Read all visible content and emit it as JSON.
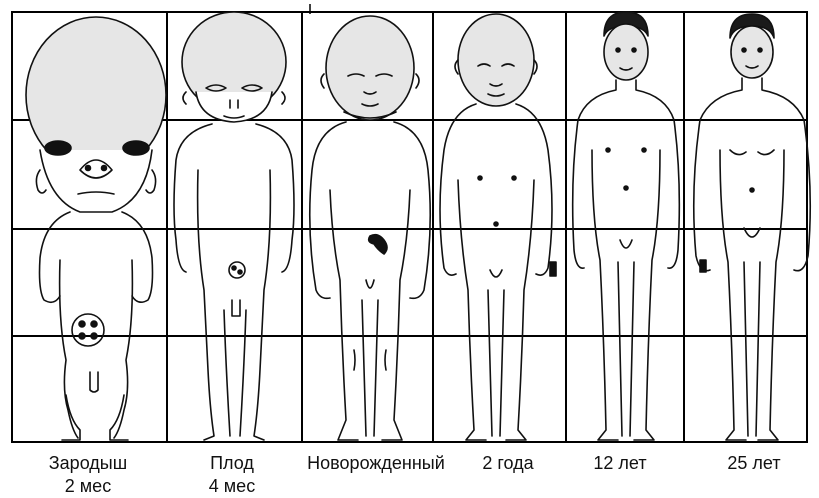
{
  "figure": {
    "stages": [
      {
        "label": "Зародыш",
        "sublabel": "2 мес"
      },
      {
        "label": "Плод",
        "sublabel": "4 мес"
      },
      {
        "label": "Новорожденный",
        "sublabel": ""
      },
      {
        "label": "2 года",
        "sublabel": ""
      },
      {
        "label": "12 лет",
        "sublabel": ""
      },
      {
        "label": "25 лет",
        "sublabel": ""
      }
    ],
    "colors": {
      "grid": "#000000",
      "outline": "#111111",
      "head_fill": "#e6e6e6",
      "hair": "#1a1a1a",
      "background": "#ffffff"
    }
  }
}
